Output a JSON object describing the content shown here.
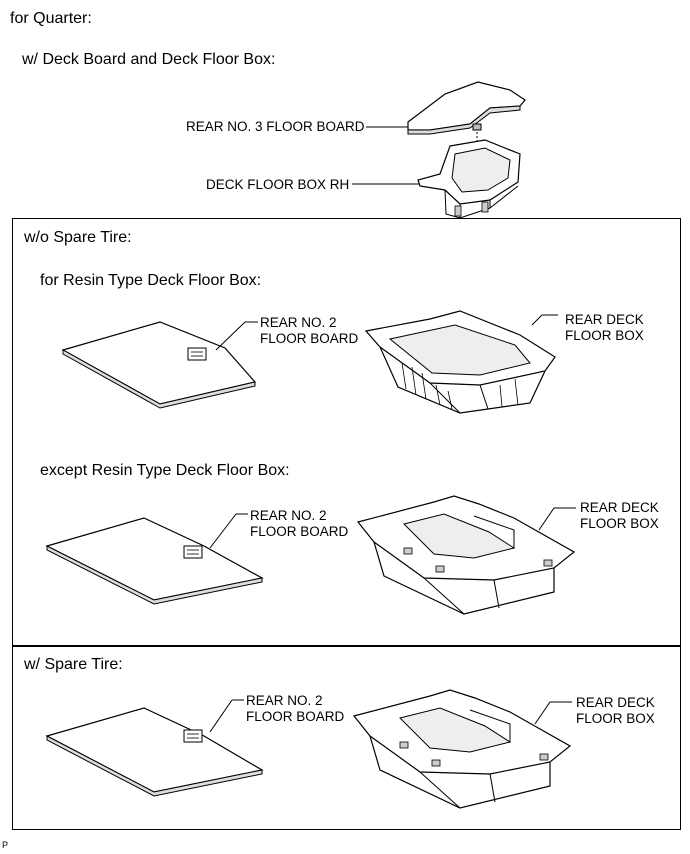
{
  "page": {
    "title": "for Quarter:",
    "footer_mark": "P"
  },
  "top_section": {
    "heading": "w/ Deck Board and Deck Floor Box:",
    "labels": {
      "floor_board": "REAR NO. 3 FLOOR BOARD",
      "floor_box": "DECK FLOOR BOX RH"
    }
  },
  "no_spare": {
    "heading": "w/o Spare Tire:",
    "resin": {
      "heading": "for Resin Type Deck Floor Box:",
      "board_label": [
        "REAR NO. 2",
        "FLOOR BOARD"
      ],
      "box_label": [
        "REAR DECK",
        "FLOOR BOX"
      ]
    },
    "non_resin": {
      "heading": "except Resin Type Deck Floor Box:",
      "board_label": [
        "REAR NO. 2",
        "FLOOR BOARD"
      ],
      "box_label": [
        "REAR DECK",
        "FLOOR BOX"
      ]
    }
  },
  "spare": {
    "heading": "w/ Spare Tire:",
    "board_label": [
      "REAR NO. 2",
      "FLOOR BOARD"
    ],
    "box_label": [
      "REAR DECK",
      "FLOOR BOX"
    ]
  }
}
